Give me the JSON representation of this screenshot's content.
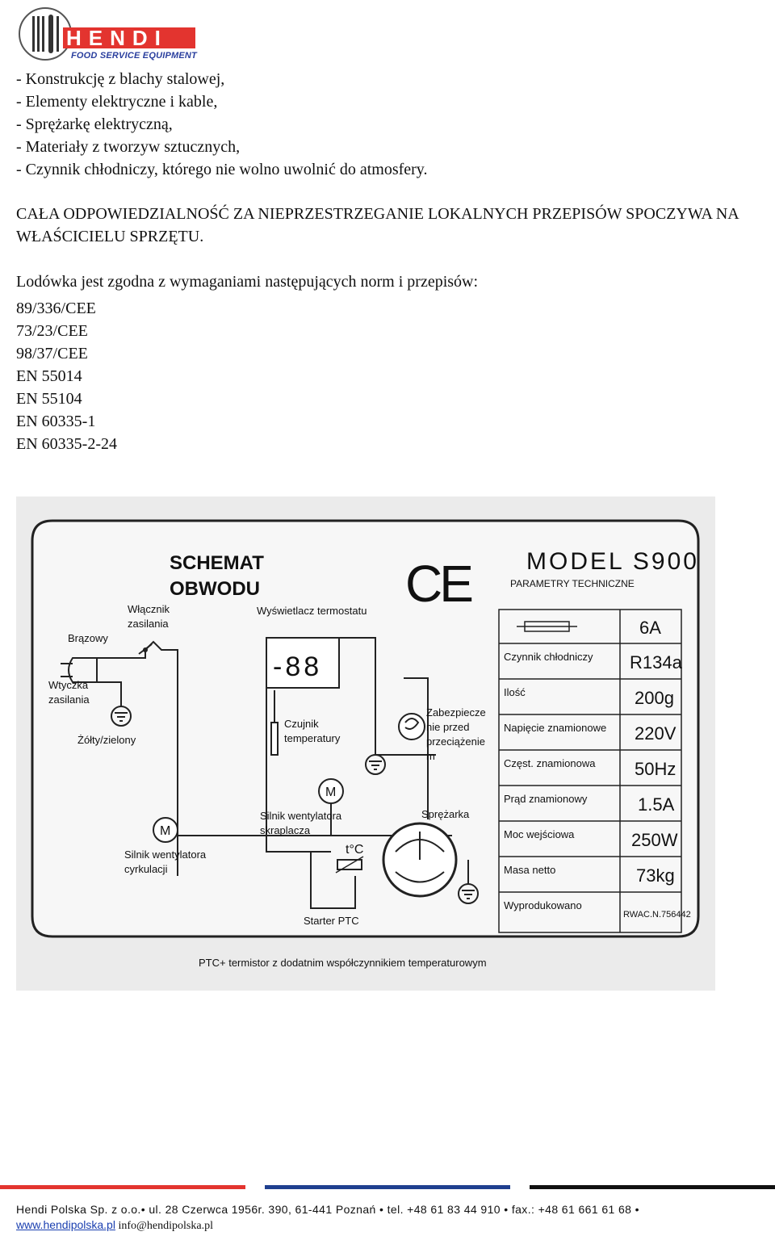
{
  "logo": {
    "brand": "HENDI",
    "tagline": "FOOD SERVICE EQUIPMENT"
  },
  "list_items": [
    "- Konstrukcję z blachy stalowej,",
    "- Elementy elektryczne i kable,",
    "- Sprężarkę elektryczną,",
    "- Materiały z tworzyw sztucznych,",
    "- Czynnik chłodniczy, którego nie wolno uwolnić do atmosfery."
  ],
  "caps_notice": "CAŁA ODPOWIEDZIALNOŚĆ ZA NIEPRZESTRZEGANIE LOKALNYCH PRZEPISÓW SPOCZYWA NA WŁAŚCICIELU SPRZĘTU.",
  "intro": "Lodówka jest zgodna z wymaganiami następujących norm i przepisów:",
  "norms": [
    "89/336/CEE",
    "73/23/CEE",
    "98/37/CEE",
    "EN 55014",
    "EN 55104",
    "EN 60335-1",
    "EN 60335-2-24"
  ],
  "diagram": {
    "title1": "SCHEMAT",
    "title2": "OBWODU",
    "ce": "CE",
    "model": "MODEL S900",
    "params_title": "PARAMETRY TECHNICZNE",
    "labels": {
      "switch1": "Włącznik",
      "switch2": "zasilania",
      "brown": "Brązowy",
      "plug1": "Wtyczka",
      "plug2": "zasilania",
      "ground": "Żółty/zielony",
      "display": "Wyświetlacz termostatu",
      "display_value": "-88",
      "sensor1": "Czujnik",
      "sensor2": "temperatury",
      "overload1": "Zabezpiecze",
      "overload2": "nie przed",
      "overload3": "przeciążenie",
      "overload4": "m",
      "fan_cond1": "Silnik wentylatora",
      "fan_cond2": "skraplacza",
      "compressor": "Sprężarka",
      "fan_circ1": "Silnik wentylatora",
      "fan_circ2": "cyrkulacji",
      "ptc_symbol": "t°C",
      "starter": "Starter PTC",
      "motor": "M",
      "caption": "PTC+ termistor z dodatnim współczynnikiem temperaturowym"
    },
    "spec_rows": [
      {
        "label": "",
        "value": "6A"
      },
      {
        "label": "Czynnik chłodniczy",
        "value": "R134a"
      },
      {
        "label": "Ilość",
        "value": "200g"
      },
      {
        "label": "Napięcie znamionowe",
        "value": "220V"
      },
      {
        "label": "Częst. znamionowa",
        "value": "50Hz"
      },
      {
        "label": "Prąd znamionowy",
        "value": "1.5A"
      },
      {
        "label": "Moc wejściowa",
        "value": "250W"
      },
      {
        "label": "Masa netto",
        "value": "73kg"
      },
      {
        "label": "Wyprodukowano",
        "value": "RWAC.N.756442"
      }
    ]
  },
  "footer": {
    "bar_colors": [
      "#e3342f",
      "#1f3f8f",
      "#111111"
    ],
    "address": "Hendi Polska Sp. z o.o.• ul. 28 Czerwca 1956r. 390, 61-441 Poznań • tel. +48 61 83 44 910 • fax.: +48 61 661 61 68 •",
    "website": "www.hendipolska.pl",
    "email": "info@hendipolska.pl"
  }
}
